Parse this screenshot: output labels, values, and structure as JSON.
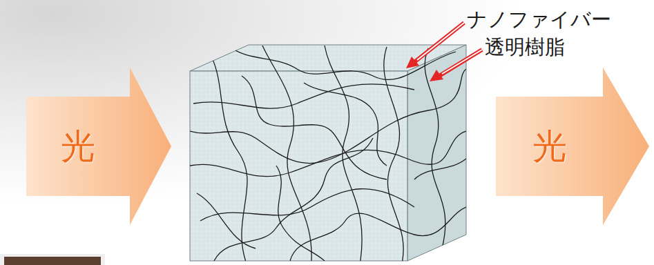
{
  "diagram": {
    "nodes": [
      {
        "text": [
          "光"
        ]
      },
      {
        "text": [
          "光"
        ]
      }
    ],
    "labels": [
      "ナノファイバー",
      "透明樹脂"
    ]
  }
}
